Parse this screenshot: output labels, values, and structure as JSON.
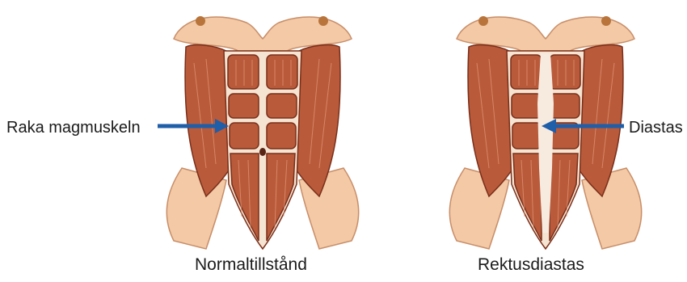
{
  "labels": {
    "left_pointer": "Raka magmuskeln",
    "right_pointer": "Diastas"
  },
  "captions": {
    "left": "Normaltillstånd",
    "right": "Rektusdiastas"
  },
  "colors": {
    "muscle": "#b95a3a",
    "muscle_dark": "#8a3a22",
    "muscle_light": "#cf7a5a",
    "skin": "#f3c9a6",
    "skin_shade": "#e0a27c",
    "tendon": "#f6e4d2",
    "arrow": "#1f5ea8"
  }
}
